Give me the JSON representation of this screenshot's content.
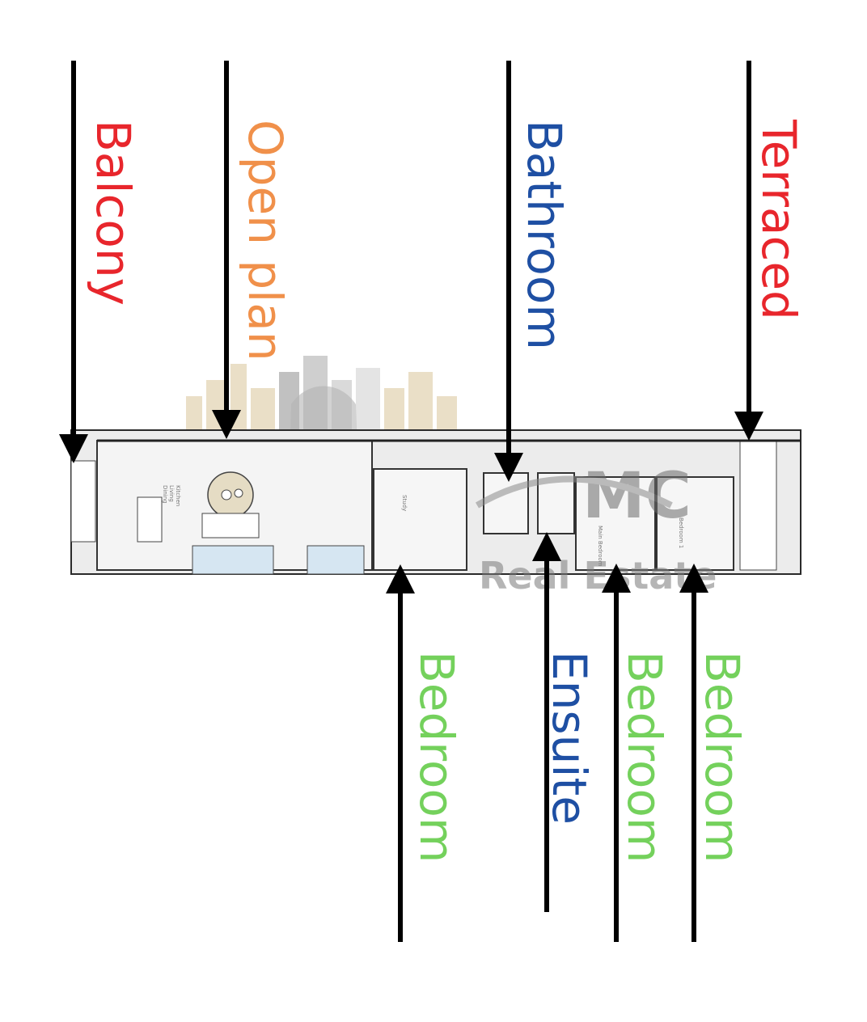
{
  "labels": {
    "balcony": "Balcony",
    "open_plan": "Open plan",
    "bathroom": "Bathroom",
    "terraced": "Terraced",
    "bedroom_1": "Bedroom",
    "ensuite": "Ensuite",
    "bedroom_2": "Bedroom",
    "bedroom_3": "Bedroom"
  },
  "colors": {
    "red": "#e8262c",
    "orange": "#f0904a",
    "blue": "#1e4fa3",
    "green": "#74d15c",
    "arrow": "#000000"
  },
  "plan_text": {
    "kitchen": "Kitchen",
    "living": "Living",
    "dining": "Dining",
    "study": "Study",
    "main_bedroom": "Main Bedroom",
    "bedroom_plan": "Bedroom 1"
  },
  "watermark": {
    "brand": "MC",
    "tagline": "Real Estate"
  }
}
